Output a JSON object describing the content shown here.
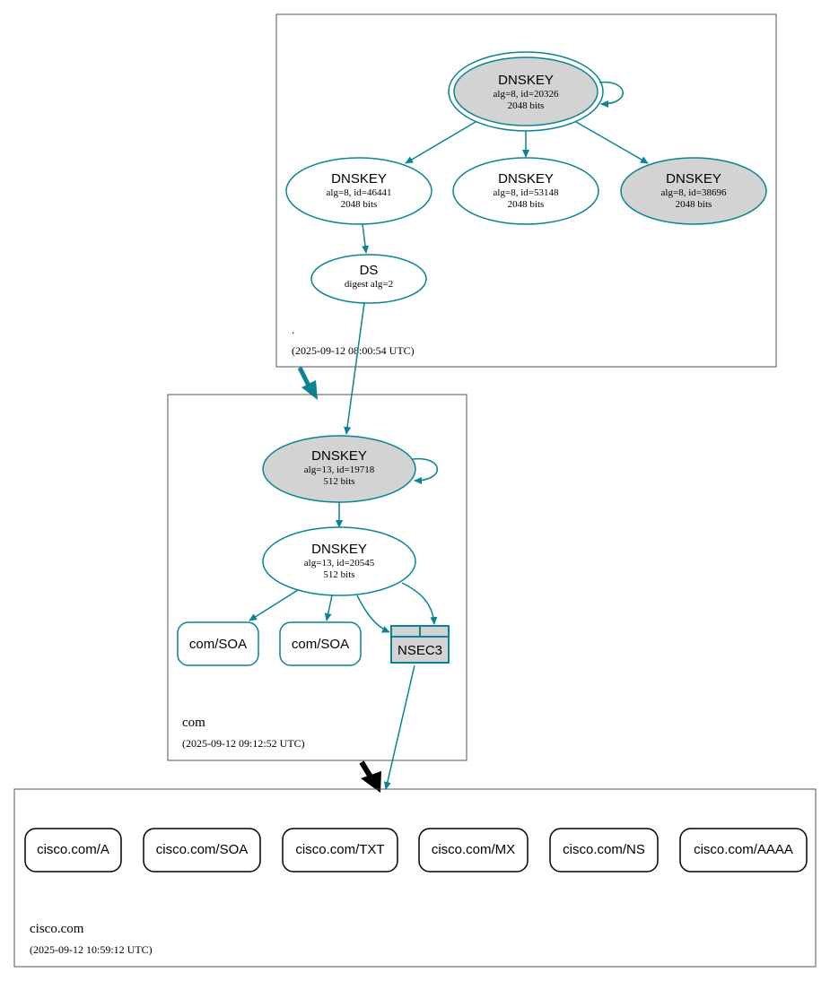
{
  "colors": {
    "edge": "#0a8494",
    "node_fill_gray": "#d3d3d3",
    "zone_border": "#555555",
    "delegation_arrow": "#000000"
  },
  "zones": {
    "root": {
      "name": ".",
      "timestamp": "(2025-09-12 08:00:54 UTC)"
    },
    "com": {
      "name": "com",
      "timestamp": "(2025-09-12 09:12:52 UTC)"
    },
    "cisco": {
      "name": "cisco.com",
      "timestamp": "(2025-09-12 10:59:12 UTC)"
    }
  },
  "nodes": {
    "root_ksk": {
      "title": "DNSKEY",
      "line1": "alg=8, id=20326",
      "line2": "2048 bits",
      "style": "double-gray"
    },
    "root_zsk1": {
      "title": "DNSKEY",
      "line1": "alg=8, id=46441",
      "line2": "2048 bits",
      "style": "white"
    },
    "root_zsk2": {
      "title": "DNSKEY",
      "line1": "alg=8, id=53148",
      "line2": "2048 bits",
      "style": "white"
    },
    "root_zsk3": {
      "title": "DNSKEY",
      "line1": "alg=8, id=38696",
      "line2": "2048 bits",
      "style": "gray"
    },
    "root_ds": {
      "title": "DS",
      "line1": "digest alg=2",
      "style": "white"
    },
    "com_ksk": {
      "title": "DNSKEY",
      "line1": "alg=13, id=19718",
      "line2": "512 bits",
      "style": "gray"
    },
    "com_zsk": {
      "title": "DNSKEY",
      "line1": "alg=13, id=20545",
      "line2": "512 bits",
      "style": "white"
    },
    "com_soa1": {
      "label": "com/SOA"
    },
    "com_soa2": {
      "label": "com/SOA"
    },
    "com_nsec3": {
      "label": "NSEC3"
    }
  },
  "records": [
    "cisco.com/A",
    "cisco.com/SOA",
    "cisco.com/TXT",
    "cisco.com/MX",
    "cisco.com/NS",
    "cisco.com/AAAA"
  ]
}
